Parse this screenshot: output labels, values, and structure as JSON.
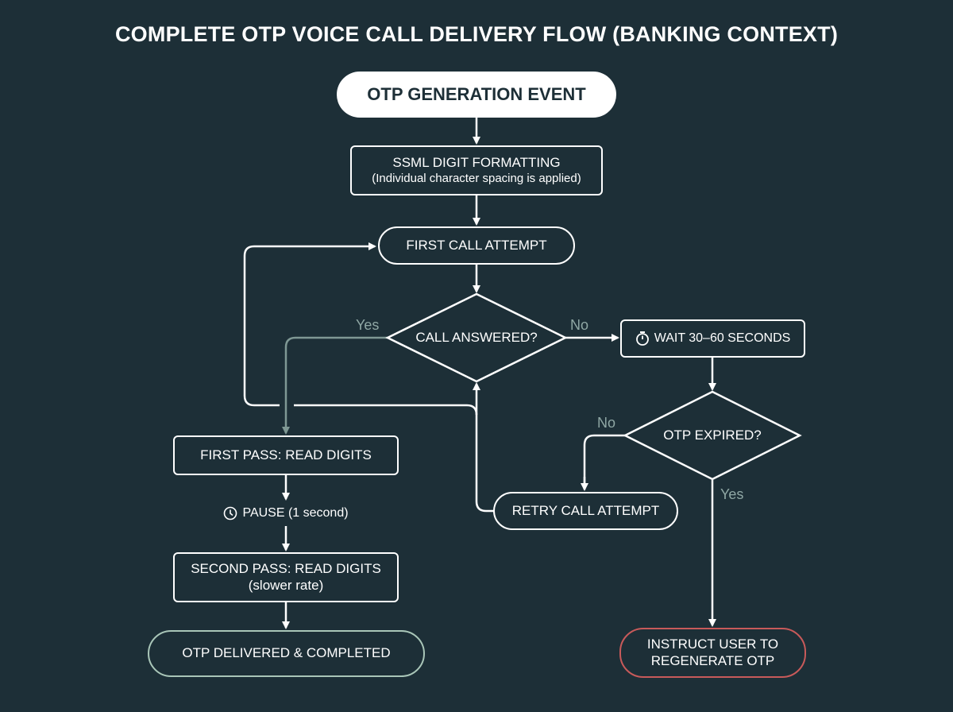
{
  "title": "COMPLETE OTP VOICE CALL DELIVERY FLOW (BANKING CONTEXT)",
  "nodes": {
    "start": "OTP GENERATION EVENT",
    "ssml_title": "SSML DIGIT FORMATTING",
    "ssml_sub": "(Individual character spacing is applied)",
    "first_call": "FIRST CALL ATTEMPT",
    "call_answered": "CALL ANSWERED?",
    "wait": "WAIT 30–60 SECONDS",
    "otp_expired": "OTP EXPIRED?",
    "retry": "RETRY CALL ATTEMPT",
    "first_pass": "FIRST PASS: READ DIGITS",
    "pause": "PAUSE (1 second)",
    "second_pass_title": "SECOND PASS: READ DIGITS",
    "second_pass_sub": "(slower rate)",
    "delivered": "OTP DELIVERED & COMPLETED",
    "regenerate_line1": "INSTRUCT USER TO",
    "regenerate_line2": "REGENERATE OTP"
  },
  "edge_labels": {
    "answered_yes": "Yes",
    "answered_no": "No",
    "expired_no": "No",
    "expired_yes": "Yes"
  },
  "icons": {
    "wait": "stopwatch-icon",
    "pause": "clock-icon"
  },
  "colors": {
    "background": "#1d2f37",
    "stroke": "#ffffff",
    "yes_path": "#7f9894",
    "success": "#a9c6b8",
    "failure": "#c85a5a"
  }
}
